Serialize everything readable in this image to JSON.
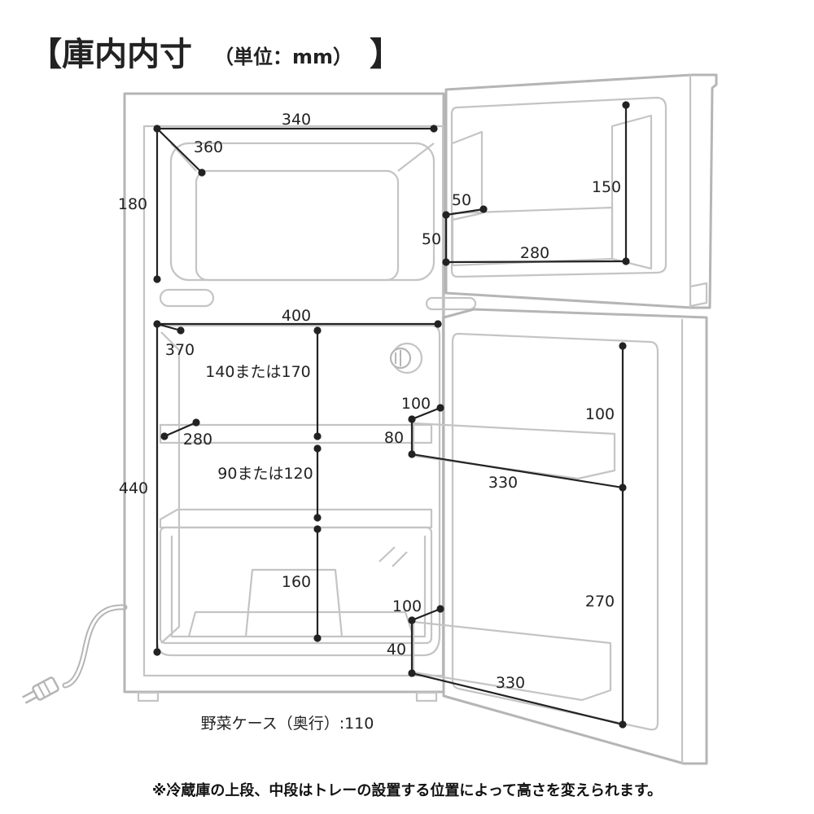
{
  "title": {
    "main": "【庫内内寸",
    "unit": "（単位：mm）",
    "close": "】"
  },
  "labels": {
    "freezer_width": "340",
    "freezer_depth": "360",
    "freezer_height": "180",
    "freezer_door_height": "150",
    "freezer_door_pocket_depth": "50",
    "freezer_door_pocket_height": "50",
    "freezer_door_pocket_width": "280",
    "fridge_width": "400",
    "fridge_depth": "370",
    "fridge_upper_height": "140または170",
    "shelf_depth": "280",
    "fridge_middle_height": "90または120",
    "fridge_total_height": "440",
    "vegetable_case_height": "160",
    "upper_pocket_depth": "100",
    "upper_pocket_height": "80",
    "upper_door_gap": "100",
    "upper_pocket_width": "330",
    "lower_pocket_depth": "100",
    "lower_pocket_height": "40",
    "lower_door_height": "270",
    "lower_pocket_width": "330",
    "vegetable_case_note": "野菜ケース（奥行）:110"
  },
  "footnote": "※冷蔵庫の上段、中段はトレーの設置する位置によって高さを変えられます。"
}
